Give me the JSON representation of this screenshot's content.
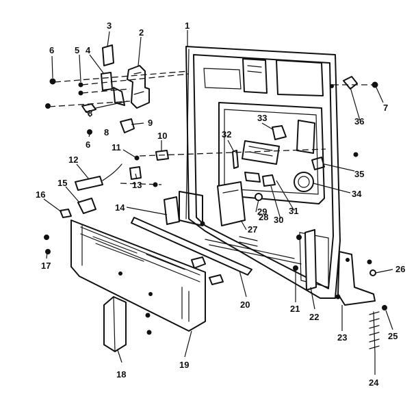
{
  "diagram": {
    "part_numbers": [
      "1",
      "2",
      "3",
      "4",
      "5",
      "6",
      "7",
      "8",
      "9",
      "10",
      "11",
      "12",
      "13",
      "14",
      "15",
      "16",
      "17",
      "18",
      "19",
      "20",
      "21",
      "22",
      "23",
      "24",
      "25",
      "26",
      "27",
      "28",
      "29",
      "30",
      "31",
      "32",
      "33",
      "34",
      "35",
      "36"
    ],
    "duplicate_labels": [
      "6",
      "8"
    ]
  }
}
